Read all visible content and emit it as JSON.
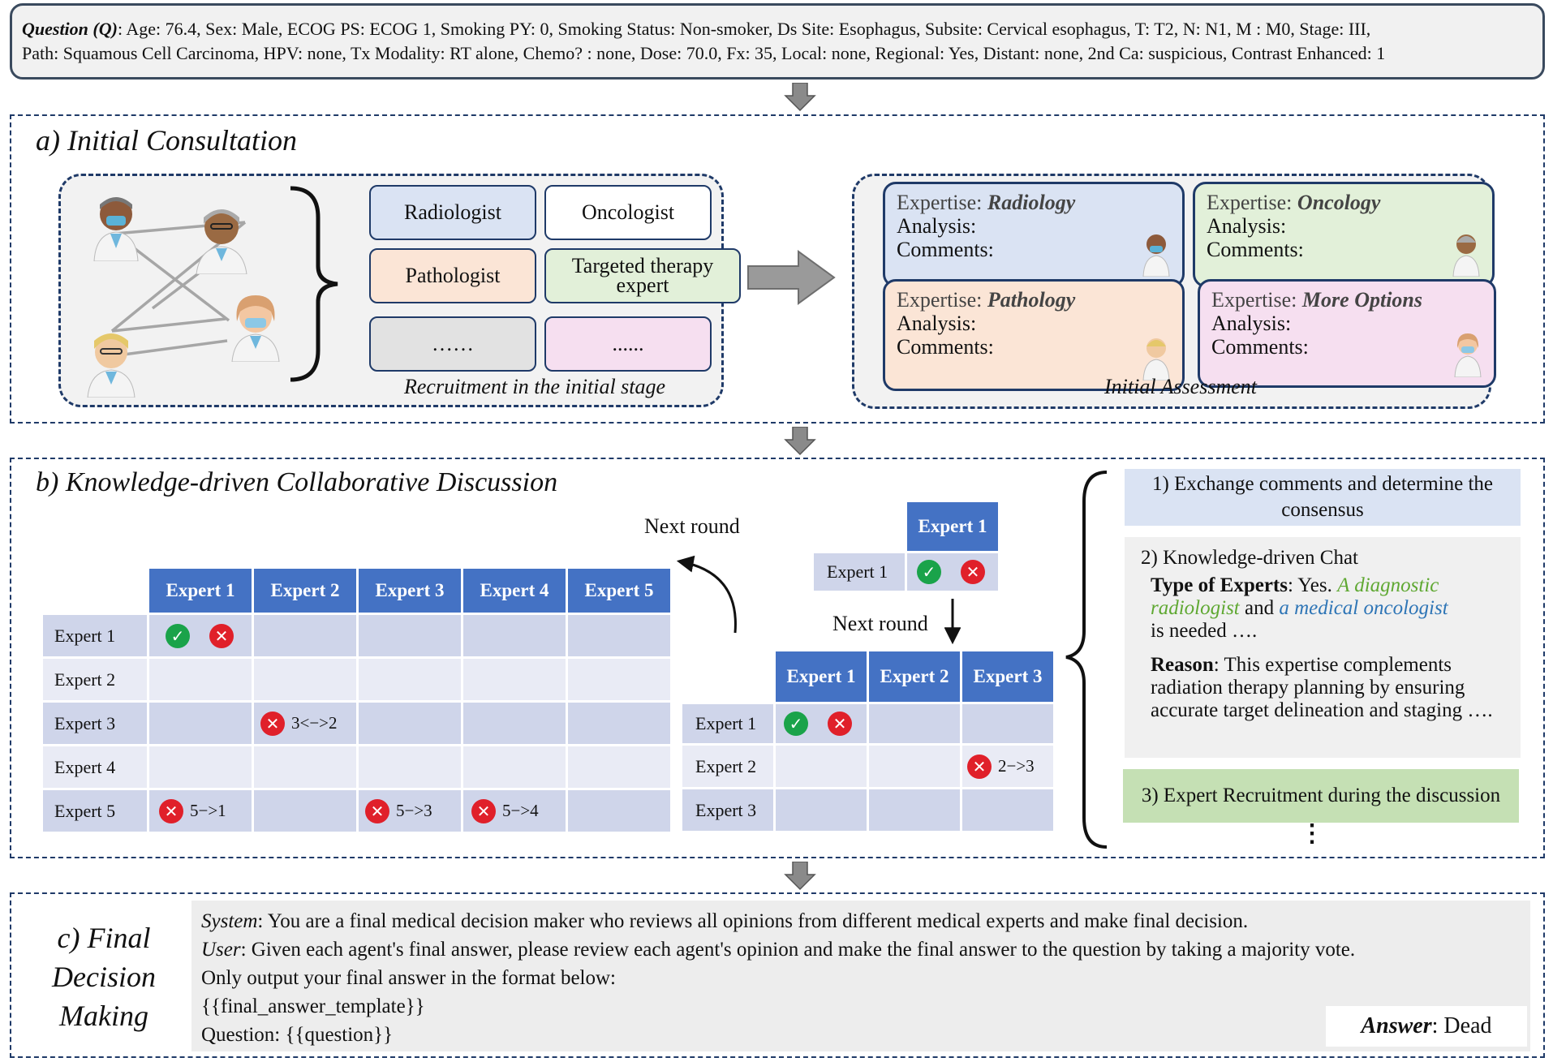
{
  "question": {
    "label": "Question (Q)",
    "line1": ": Age: 76.4, Sex: Male, ECOG PS: ECOG 1, Smoking PY: 0, Smoking Status: Non-smoker, Ds Site: Esophagus, Subsite: Cervical esophagus, T: T2, N: N1, M : M0, Stage: III,",
    "line2": "Path: Squamous Cell Carcinoma, HPV: none, Tx Modality: RT alone, Chemo? : none, Dose: 70.0, Fx: 35, Local: none, Regional: Yes, Distant: none, 2nd Ca: suspicious, Contrast Enhanced: 1"
  },
  "section_a": {
    "title": "a) Initial Consultation",
    "specialists": [
      "Radiologist",
      "Oncologist",
      "Pathologist",
      "Targeted therapy expert",
      "……",
      "......"
    ],
    "recruit_caption": "Recruitment in the initial stage",
    "assessment_caption": "Initial Assessment",
    "expertise_label": "Expertise: ",
    "analysis_label": "Analysis:",
    "comments_label": "Comments:",
    "assessments": [
      {
        "domain": "Radiology",
        "color": "#dae3f3"
      },
      {
        "domain": "Oncology",
        "color": "#e2f0d9"
      },
      {
        "domain": "Pathology",
        "color": "#fbe5d6"
      },
      {
        "domain": "More Options",
        "color": "#f6dff0"
      }
    ]
  },
  "section_b": {
    "title": "b) Knowledge-driven Collaborative Discussion",
    "next_round_1": "Next round",
    "next_round_2": "Next round",
    "table1": {
      "headers": [
        "Expert 1",
        "Expert 2",
        "Expert 3",
        "Expert 4",
        "Expert 5"
      ],
      "rows": [
        "Expert 1",
        "Expert 2",
        "Expert 3",
        "Expert 4",
        "Expert 5"
      ],
      "marks": {
        "e3_c2": "3<−>2",
        "e5_c1": "5−>1",
        "e5_c3": "5−>3",
        "e5_c4": "5−>4"
      }
    },
    "table_small": {
      "header": "Expert 1",
      "row": "Expert 1"
    },
    "table2": {
      "headers": [
        "Expert 1",
        "Expert 2",
        "Expert 3"
      ],
      "rows": [
        "Expert 1",
        "Expert 2",
        "Expert 3"
      ],
      "marks": {
        "e2_c3": "2−>3"
      }
    },
    "steps": {
      "s1": "1) Exchange comments and determine the consensus",
      "s2_title": "2) Knowledge-driven Chat",
      "type_label": "Type of Experts",
      "type_text_a": ": Yes. ",
      "type_green": "A diagnostic radiologist",
      "type_and": " and ",
      "type_blue": "a medical oncologist",
      "type_tail": "is needed ….",
      "reason_label": "Reason",
      "reason_text": ":  This expertise complements radiation therapy planning by ensuring accurate target delineation and staging ….",
      "s3": "3) Expert Recruitment during the discussion",
      "more": "⋮"
    }
  },
  "section_c": {
    "title_l1": "c) Final",
    "title_l2": "Decision",
    "title_l3": "Making",
    "system_label": "System",
    "system_text": ": You are a final medical decision maker who reviews all opinions from different medical experts and make final decision.",
    "user_label": "User",
    "user_text": ": Given each agent's final answer, please review each agent's opinion and make the final answer to the question by taking a majority vote.",
    "line3": "Only output your final answer in the format below:",
    "line4": "{{final_answer_template}}",
    "line5": "Question: {{question}}",
    "answer_label": "Answer",
    "answer_text": ": Dead"
  },
  "colors": {
    "blue_header": "#4472c4",
    "row_dark": "#cfd5ea",
    "row_light": "#e9ebf5",
    "frame": "#1f3a68",
    "green_text": "#5fa832",
    "blue_text": "#2e75b6"
  }
}
